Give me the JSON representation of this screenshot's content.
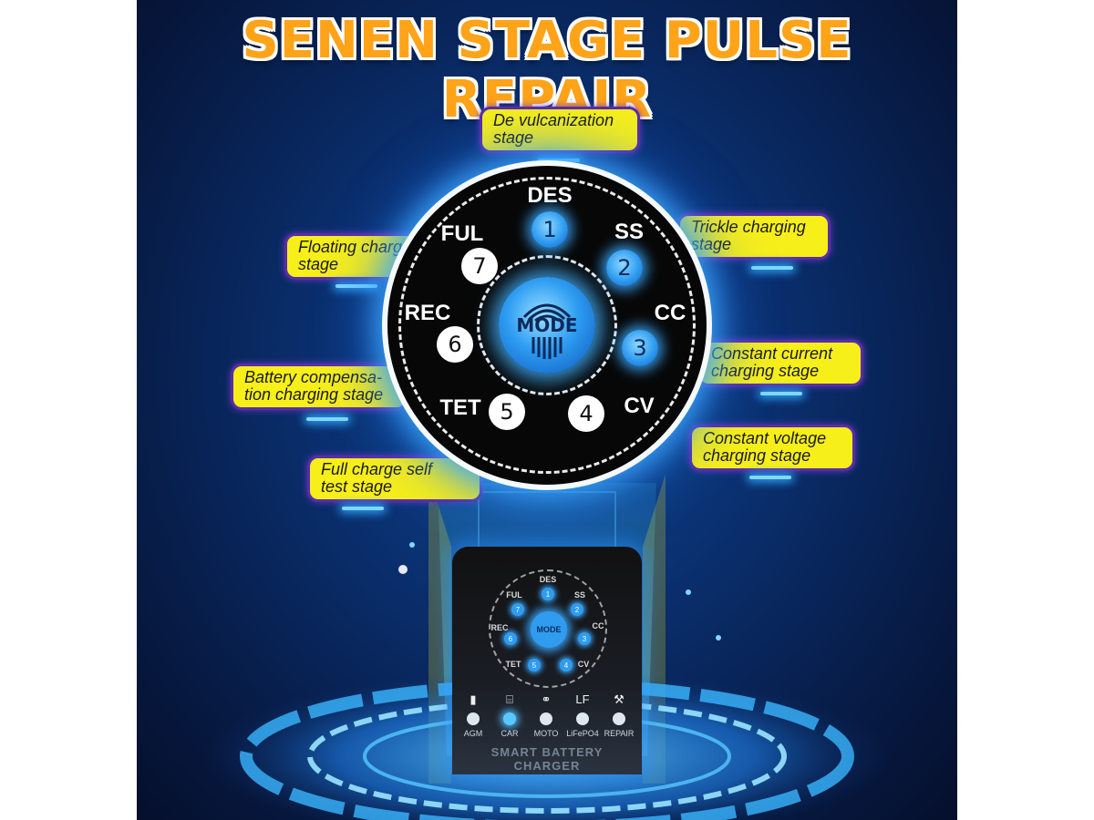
{
  "title": "SENEN STAGE PULSE REPAIR",
  "dial": {
    "mode_label": "MODE",
    "stages": [
      {
        "code": "DES",
        "number": "1",
        "lit": true
      },
      {
        "code": "SS",
        "number": "2",
        "lit": true
      },
      {
        "code": "CC",
        "number": "3",
        "lit": true
      },
      {
        "code": "CV",
        "number": "4",
        "lit": false
      },
      {
        "code": "TET",
        "number": "5",
        "lit": false
      },
      {
        "code": "REC",
        "number": "6",
        "lit": false
      },
      {
        "code": "FUL",
        "number": "7",
        "lit": false
      }
    ]
  },
  "callouts": {
    "devulcanization": [
      "De vulcanization",
      "stage"
    ],
    "trickle": [
      "Trickle charging",
      "stage"
    ],
    "constant_current": [
      "Constant current",
      "charging stage"
    ],
    "constant_voltage": [
      "Constant voltage",
      "charging stage"
    ],
    "full_charge": [
      "Full charge self",
      "test stage"
    ],
    "battery_compensation": [
      "Battery compensa-",
      "tion charging stage"
    ],
    "floating": [
      "Floating charge",
      "stage"
    ]
  },
  "device": {
    "mini_mode_label": "MODE",
    "modes": [
      {
        "label": "AGM",
        "icon": "battery-icon",
        "lit": false
      },
      {
        "label": "CAR",
        "icon": "car-icon",
        "lit": true
      },
      {
        "label": "MOTO",
        "icon": "motorcycle-icon",
        "lit": false
      },
      {
        "label": "LiFePO4",
        "icon": "lf-icon",
        "lit": false
      },
      {
        "label": "REPAIR",
        "icon": "wrench-icon",
        "lit": false
      }
    ],
    "brand_text": "SMART BATTERY CHARGER"
  },
  "colors": {
    "title": "#ffa318",
    "callout_bg": "#f7ef1a",
    "callout_border": "#5a2ca8",
    "glow": "#2fa7ff"
  }
}
